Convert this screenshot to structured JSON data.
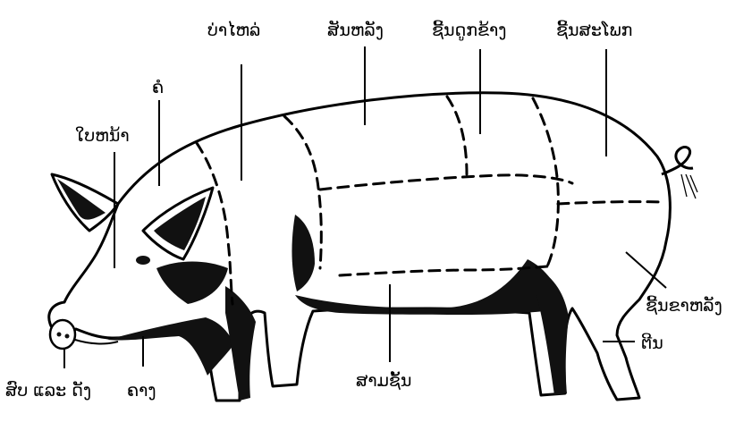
{
  "labels": {
    "ear_face": "ໃບຫນ້າ",
    "cheek": "ຄໍ",
    "shoulder": "ບ່າໄຫລ່",
    "loin": "ສັນຫລັງ",
    "ribs": "ຊີ້ນດູກຂ້າງ",
    "hip": "ຊີ້ນສະໂພກ",
    "hind_leg": "ຊີ້ນຂາຫລັງ",
    "foot": "ຕີນ",
    "belly": "ສາມຊັ້ນ",
    "jowl": "ຄາງ",
    "snout_ears": "ສົບ ແລະ ດັງ"
  }
}
